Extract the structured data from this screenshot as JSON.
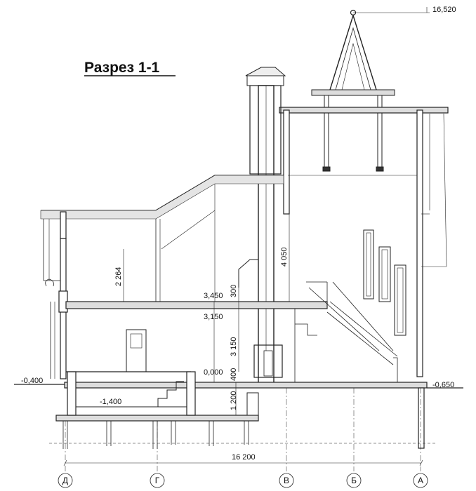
{
  "title": "Разрез 1-1",
  "levels": {
    "top": "16,520",
    "l1": "3,450",
    "l2": "3,150",
    "zero": "0,000",
    "left_ground": "-0,400",
    "right_ground": "-0,650",
    "basement": "-1,400"
  },
  "dims": {
    "d1": "2 264",
    "d2": "4 050",
    "d3": "300",
    "d4": "3 150",
    "d5": "400",
    "d6": "1 200",
    "overall": "16 200"
  },
  "axes": [
    "Д",
    "Г",
    "В",
    "Б",
    "А"
  ]
}
